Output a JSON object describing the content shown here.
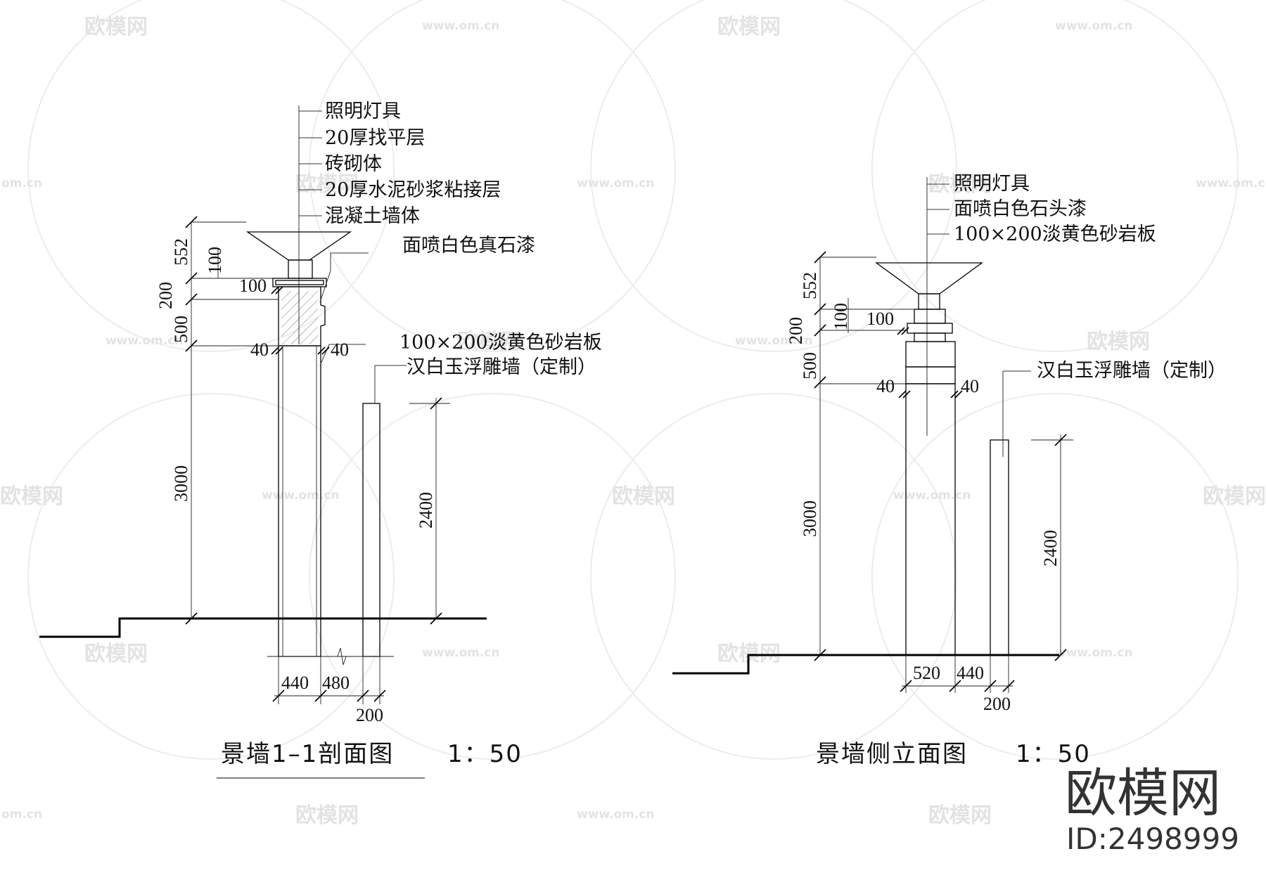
{
  "watermark": {
    "logo_text": "欧模网",
    "url_text": "www.om.cn",
    "short_text": "om.cn"
  },
  "brand": {
    "name": "欧模网",
    "id_label": "ID:2498999"
  },
  "section": {
    "title": "景墙1–1剖面图",
    "scale": "1：50",
    "labels": [
      "照明灯具",
      "20厚找平层",
      "砖砌体",
      "20厚水泥砂浆粘接层",
      "混凝土墙体"
    ],
    "label_paint": "面喷白色真石漆",
    "label_stone": "100×200淡黄色砂岩板",
    "label_relief": "汉白玉浮雕墙（定制）",
    "dims": {
      "d552": "552",
      "d100v": "100",
      "d200": "200",
      "d500": "500",
      "d3000": "3000",
      "d100h": "100",
      "d40a": "40",
      "d40b": "40",
      "d2400": "2400",
      "d440": "440",
      "d480": "480",
      "d200b": "200"
    }
  },
  "elevation": {
    "title": "景墙侧立面图",
    "scale": "1：50",
    "labels": [
      "照明灯具",
      "面喷白色石头漆",
      "100×200淡黄色砂岩板"
    ],
    "label_relief": "汉白玉浮雕墙（定制）",
    "dims": {
      "d552": "552",
      "d100v": "100",
      "d200": "200",
      "d500": "500",
      "d3000": "3000",
      "d100h": "100",
      "d40a": "40",
      "d40b": "40",
      "d2400": "2400",
      "d520": "520",
      "d440": "440",
      "d200b": "200"
    }
  }
}
